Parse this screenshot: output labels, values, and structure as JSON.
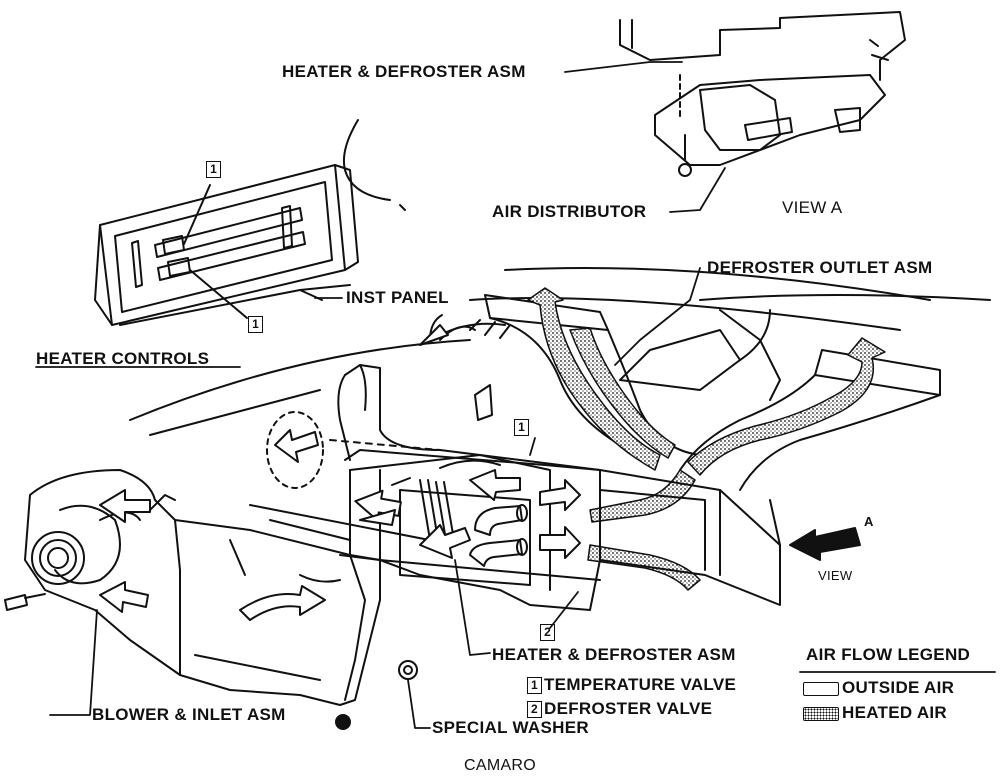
{
  "labels": {
    "heater_defroster_top": "HEATER & DEFROSTER ASM",
    "air_distributor": "AIR DISTRIBUTOR",
    "view_a": "VIEW A",
    "inst_panel": "INST PANEL",
    "heater_controls": "HEATER CONTROLS",
    "defroster_outlet": "DEFROSTER OUTLET ASM",
    "heater_defroster_bottom": "HEATER & DEFROSTER ASM",
    "blower_inlet": "BLOWER & INLET ASM",
    "special_washer": "SPECIAL WASHER",
    "view": "VIEW",
    "view_arrow_letter": "A",
    "caption": "CAMARO"
  },
  "callouts": {
    "temperature_num": "1",
    "temperature_label": "TEMPERATURE VALVE",
    "defroster_num": "2",
    "defroster_label": "DEFROSTER VALVE"
  },
  "legend": {
    "title": "AIR FLOW LEGEND",
    "outside_air": "OUTSIDE AIR",
    "heated_air": "HEATED AIR"
  },
  "colors": {
    "ink": "#111111",
    "paper": "#ffffff"
  }
}
